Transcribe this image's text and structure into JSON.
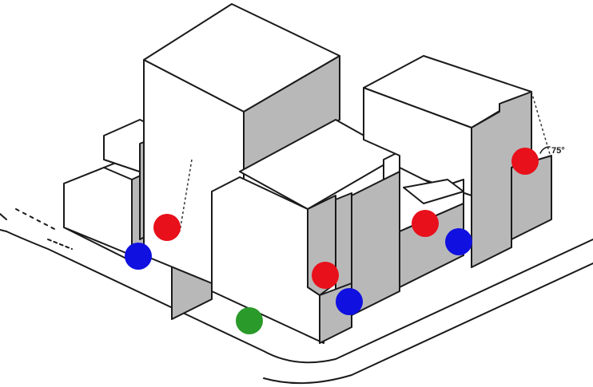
{
  "diagram": {
    "angle_annotation": "75°",
    "marker_colors": {
      "red": "#e8101a",
      "blue": "#1010e0",
      "green": "#2a9a2a"
    },
    "markers": [
      {
        "id": "red-1",
        "color": "red"
      },
      {
        "id": "red-2",
        "color": "red"
      },
      {
        "id": "red-3",
        "color": "red"
      },
      {
        "id": "red-4",
        "color": "red"
      },
      {
        "id": "blue-1",
        "color": "blue"
      },
      {
        "id": "blue-2",
        "color": "blue"
      },
      {
        "id": "blue-3",
        "color": "blue"
      },
      {
        "id": "green-1",
        "color": "green"
      }
    ]
  }
}
